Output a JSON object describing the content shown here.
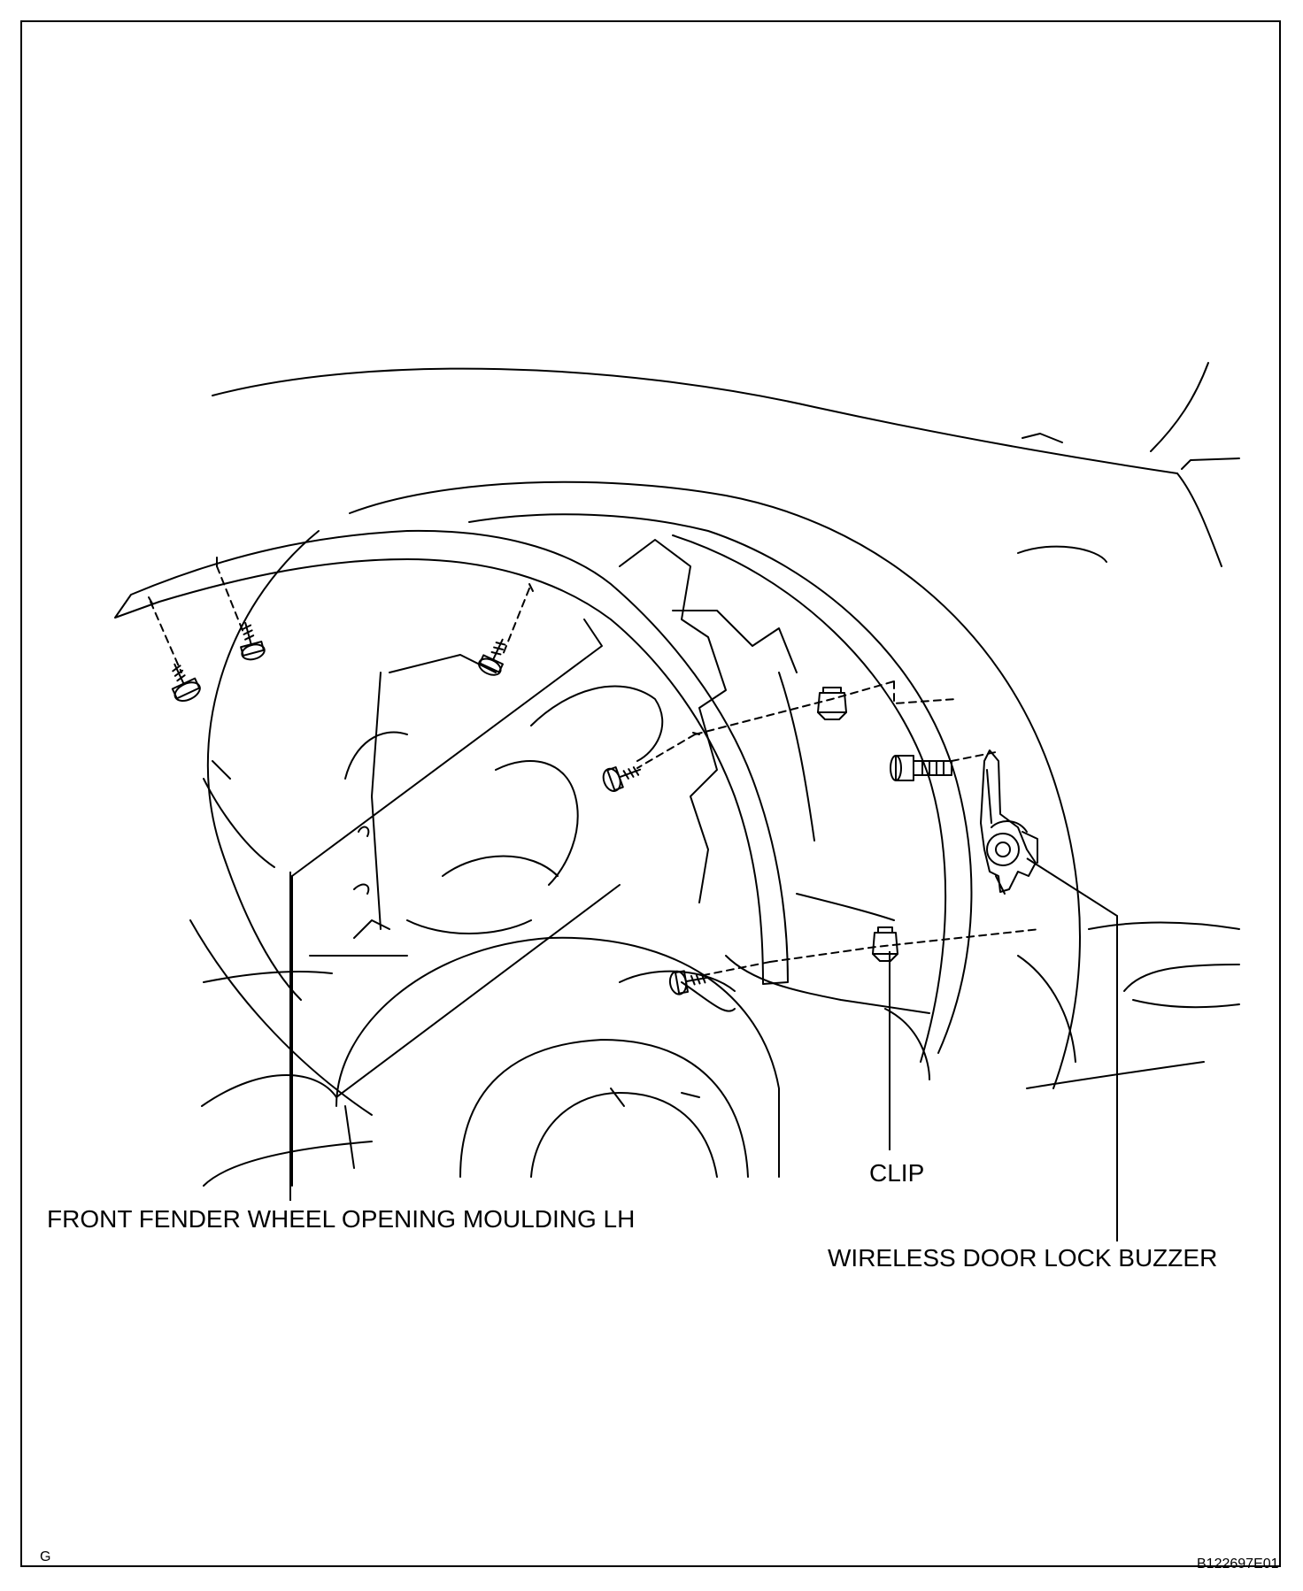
{
  "figure": {
    "labels": {
      "moulding": "FRONT FENDER WHEEL OPENING MOULDING LH",
      "clip": "CLIP",
      "buzzer": "WIRELESS DOOR LOCK BUZZER"
    },
    "corner_letter": "G",
    "figure_id": "B122697E01"
  }
}
